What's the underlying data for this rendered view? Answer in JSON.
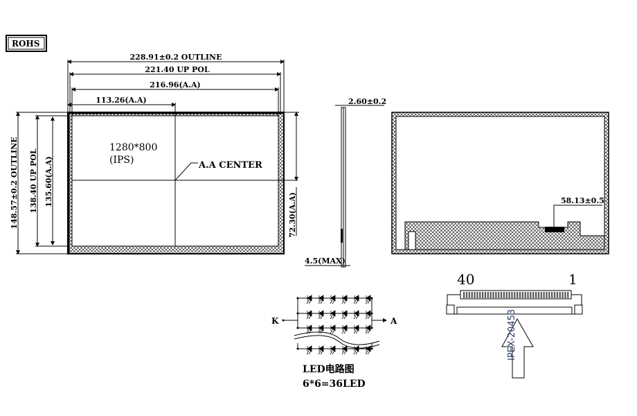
{
  "badge": "ROHS",
  "front_view": {
    "dim_outline_width": "228.91±0.2 OUTLINE",
    "dim_pol_width": "221.40 UP POL",
    "dim_aa_width": "216.96(A.A)",
    "dim_aa_half_width": "113.26(A.A)",
    "dim_outline_height": "148.57±0.2 OUTLINE",
    "dim_pol_height": "138.40 UP POL",
    "dim_aa_height": "135.60(A.A)",
    "dim_aa_half_height": "72.30(A.A)",
    "resolution": "1280*800",
    "panel_type": "(IPS)",
    "center_label": "A.A CENTER"
  },
  "side_view": {
    "thickness": "2.60±0.2",
    "max_thickness": "4.5(MAX)"
  },
  "back_view": {
    "dim_fpc": "58.13±0.5"
  },
  "led_circuit": {
    "cathode": "K",
    "anode": "A",
    "title": "LED电路图",
    "count": "6*6=36LED"
  },
  "connector": {
    "pin_left": "40",
    "pin_right": "1",
    "part_number": "IPEX-20453"
  }
}
